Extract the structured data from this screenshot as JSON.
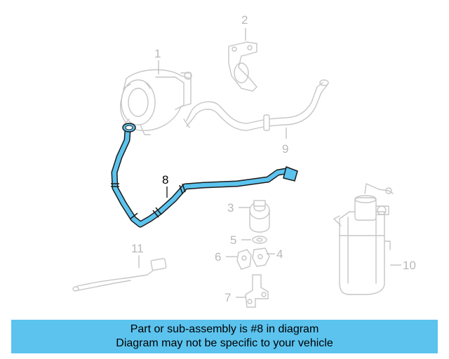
{
  "colors": {
    "highlight": "#5bc3ee",
    "banner_bg": "#5bc3ee",
    "ghost_line": "#c6c6c6",
    "callout_inactive": "#b9b9b9",
    "callout_active": "#000000"
  },
  "callouts": [
    {
      "id": "1",
      "label": "1",
      "highlighted": false
    },
    {
      "id": "2",
      "label": "2",
      "highlighted": false
    },
    {
      "id": "3",
      "label": "3",
      "highlighted": false
    },
    {
      "id": "4",
      "label": "4",
      "highlighted": false
    },
    {
      "id": "5",
      "label": "5",
      "highlighted": false
    },
    {
      "id": "6",
      "label": "6",
      "highlighted": false
    },
    {
      "id": "7",
      "label": "7",
      "highlighted": false
    },
    {
      "id": "8",
      "label": "8",
      "highlighted": true
    },
    {
      "id": "9",
      "label": "9",
      "highlighted": false
    },
    {
      "id": "10",
      "label": "10",
      "highlighted": false
    },
    {
      "id": "11",
      "label": "11",
      "highlighted": false
    }
  ],
  "banner": {
    "line1": "Part or sub-assembly is #8 in diagram",
    "line2": "Diagram may not be specific to your vehicle"
  }
}
